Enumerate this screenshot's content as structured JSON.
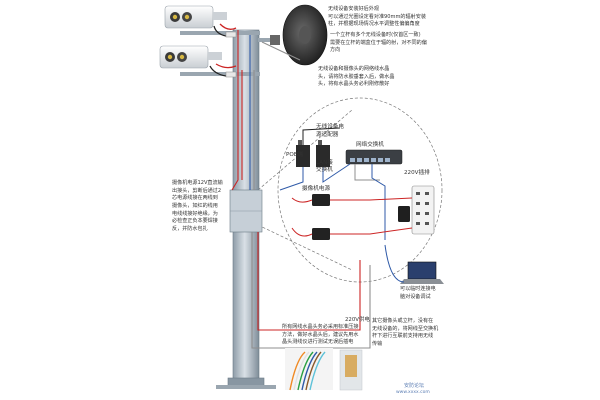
{
  "notes": {
    "antenna_install": "无线设备安装好后外观\n可以通过光圈设定看对准90mm的辐射安装\n柱，并根据现场情况水平调整性偏偏角度",
    "antenna_ports": "一个立杆有多个无线设备时(仅首区一致)\n需要在立杆的端盒位于辐的射，对不同的偏\n方向",
    "antenna_cable": "无线设备和摄像头的网络线水晶\n头，请将防水胶垂套入后，做水晶\n头，将有水晶头务必利刚修散好",
    "camera_power": "摄像机电源12V直流输\n出接头，剪断后通过2\n芯电源线接在两线到\n摄像头，如红的线用\n电线线接好绝缘，为\n必检查正负本要焊接\n反，并防水包扎",
    "ac_220v_pole": "220V供电",
    "lan_side": "其它摄像头或立杆，没有在\n无线设备的，将网线至交换机\n杆下进行互联前支持用无线\n传输",
    "rj45_note": "所有网线水晶头务必采用标准压接\n方法，做好水晶头后，建议先用水\n晶头测线仪进行测试无误后插电",
    "laptop": "可以临时连接电\n脑对设备调试"
  },
  "labels": {
    "poe_injector_group": "无线设备电\n源适配器",
    "poe_port": "POE端",
    "lan_port": "LAN接\n交换机",
    "network_switch": "网络交换机",
    "camera_adapter": "摄像机电源",
    "ac_220v_strip": "220V插排"
  },
  "watermark": {
    "brand": "安防论坛",
    "url": "www.xxxx.com"
  },
  "colors": {
    "pole": "#7d8d9a",
    "cable_red": "#cc2424",
    "cable_blue": "#2f5aa8",
    "cable_gray": "#8f8f8f",
    "dashed": "#777777"
  }
}
